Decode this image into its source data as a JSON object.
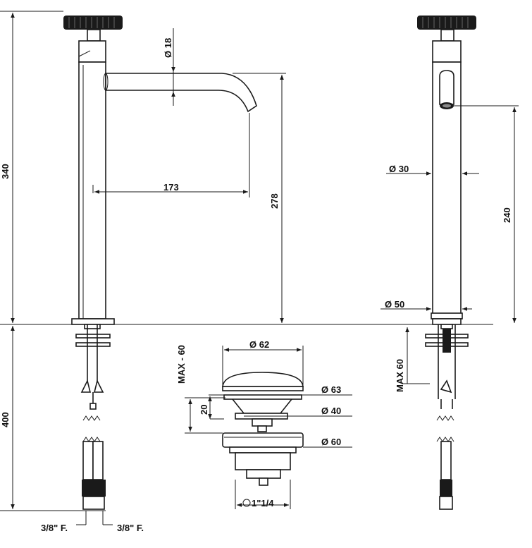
{
  "labels": {
    "d18": "Ø 18",
    "l340": "340",
    "l173": "173",
    "l278": "278",
    "l400": "400",
    "f1": "3/8\" F.",
    "f2": "3/8\" F.",
    "max60a": "MAX - 60",
    "d62": "Ø 62",
    "d63": "Ø 63",
    "l20": "20",
    "d40": "Ø 40",
    "d60": "Ø 60",
    "thread": "1\"1/4",
    "d30": "Ø  30",
    "d50": "Ø  50",
    "l240": "240",
    "max60b": "MAX 60"
  },
  "colors": {
    "line": "#1a1a1a",
    "background": "#ffffff"
  }
}
